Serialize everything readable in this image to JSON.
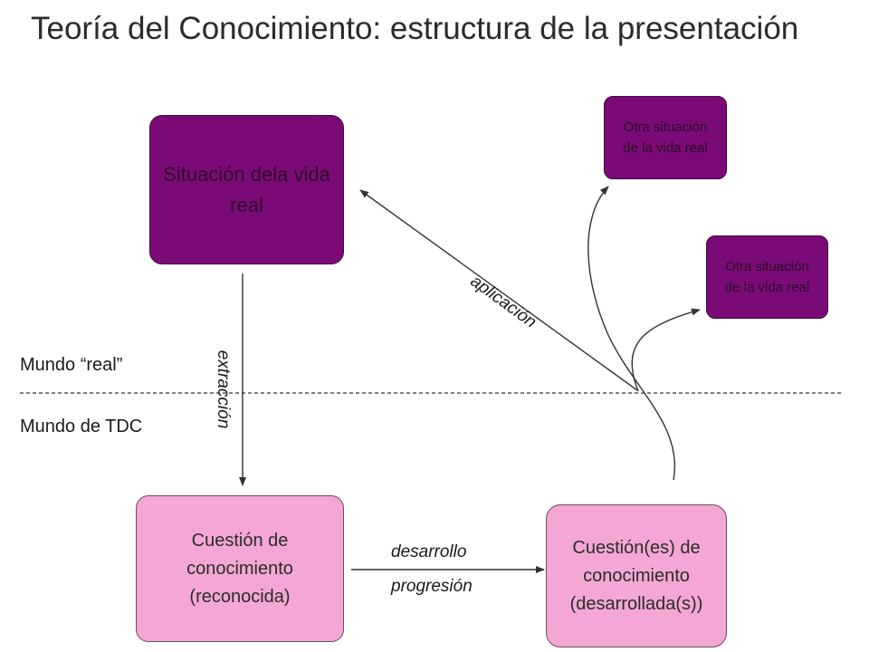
{
  "title": "Teoría del Conocimiento: estructura de la presentación",
  "boxes": {
    "real": [
      "Situación dela vida",
      "real"
    ],
    "other_1": [
      "Otra situación",
      "de la vida real"
    ],
    "other_2": [
      "Otra situación",
      "de la vida real"
    ],
    "question_recognized": [
      "Cuestión de",
      "conocimiento",
      "(reconocida)"
    ],
    "question_developed": [
      "Cuestión(es) de",
      "conocimiento",
      "(desarrollada(s))"
    ]
  },
  "worlds": {
    "upper": "Mundo “real”",
    "lower": "Mundo de TDC"
  },
  "arrows": {
    "extraction": "extracción",
    "application": "aplicación",
    "development": "desarrollo",
    "progression": "progresión"
  },
  "colors": {
    "dark_box": "#7a0a76",
    "light_box": "#f4a7d4",
    "line": "#333333"
  }
}
